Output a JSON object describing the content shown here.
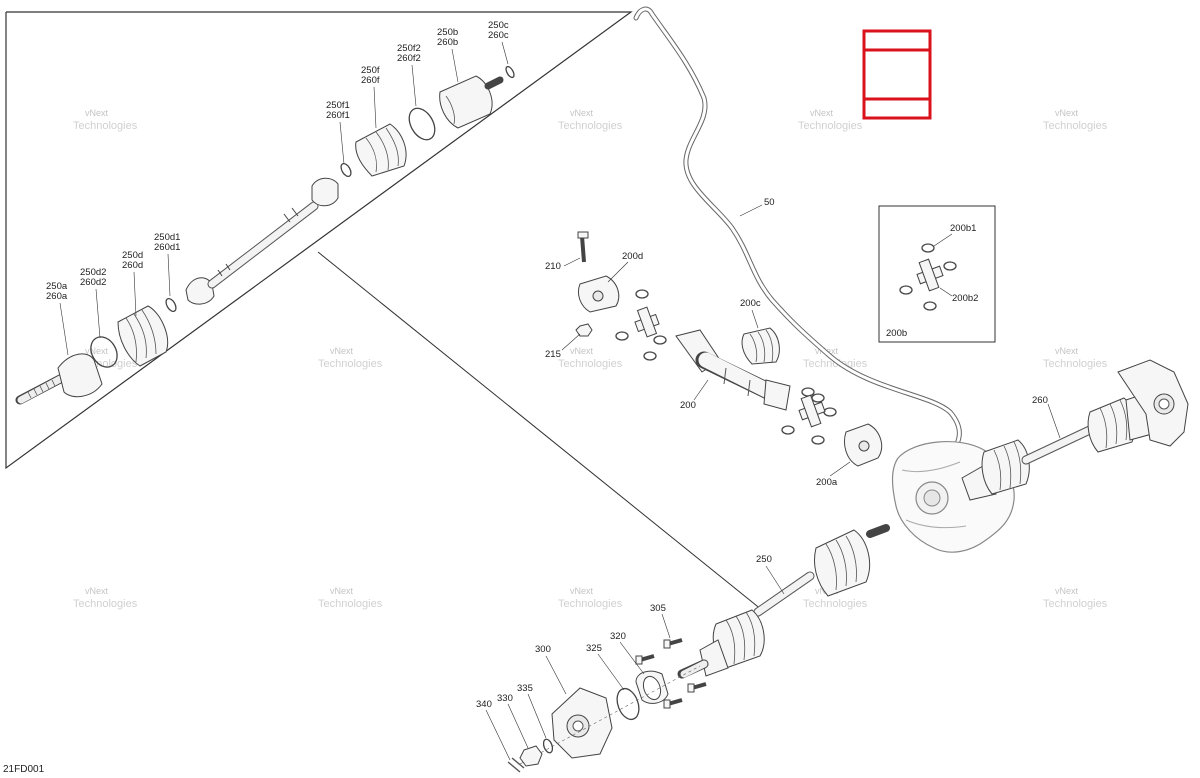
{
  "diagram": {
    "code": "21FD001",
    "watermark": {
      "line1": "vNext",
      "line2": "Technologies"
    },
    "detail_box_label": "200b",
    "labels": {
      "l250a": "250a",
      "l260a": "260a",
      "l250d2": "250d2",
      "l260d2": "260d2",
      "l250d": "250d",
      "l260d": "260d",
      "l250d1": "250d1",
      "l260d1": "260d1",
      "l250f1": "250f1",
      "l260f1": "260f1",
      "l250f": "250f",
      "l260f": "260f",
      "l250f2": "250f2",
      "l260f2": "260f2",
      "l250b": "250b",
      "l260b": "260b",
      "l250c": "250c",
      "l260c": "260c",
      "l50": "50",
      "l210": "210",
      "l200d": "200d",
      "l215": "215",
      "l200c": "200c",
      "l200": "200",
      "l200a": "200a",
      "l200b1": "200b1",
      "l200b2": "200b2",
      "l260": "260",
      "l250": "250",
      "l305": "305",
      "l320": "320",
      "l325": "325",
      "l300": "300",
      "l335": "335",
      "l330": "330",
      "l340": "340"
    },
    "colors": {
      "highlight": "#d9121b",
      "line": "#333333",
      "watermark": "#c8c8c8"
    }
  }
}
